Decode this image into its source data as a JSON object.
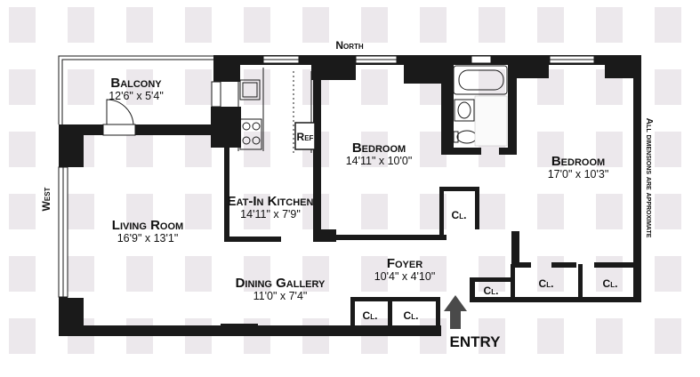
{
  "plan": {
    "compass": {
      "north": "North",
      "west": "West"
    },
    "rooms": {
      "balcony": {
        "name": "Balcony",
        "dims": "12'6\" x 5'4\""
      },
      "living_room": {
        "name": "Living Room",
        "dims": "16'9\" x 13'1\""
      },
      "kitchen": {
        "name": "Eat-In Kitchen",
        "dims": "14'11\" x 7'9\""
      },
      "bedroom_1": {
        "name": "Bedroom",
        "dims": "14'11\" x 10'0\""
      },
      "bedroom_2": {
        "name": "Bedroom",
        "dims": "17'0\" x 10'3\""
      },
      "dining_gallery": {
        "name": "Dining Gallery",
        "dims": "11'0\" x 7'4\""
      },
      "foyer": {
        "name": "Foyer",
        "dims": "10'4\" x 4'10\""
      }
    },
    "fixtures": {
      "refrigerator": "Ref"
    },
    "closets": [
      "Cl.",
      "Cl.",
      "Cl.",
      "Cl.",
      "Cl.",
      "Cl."
    ],
    "entry_label": "ENTRY",
    "note": "All dimensions are approximate",
    "colors": {
      "wall": "#1a1a1a",
      "watermark": "#ece8ec",
      "background": "#ffffff"
    }
  }
}
